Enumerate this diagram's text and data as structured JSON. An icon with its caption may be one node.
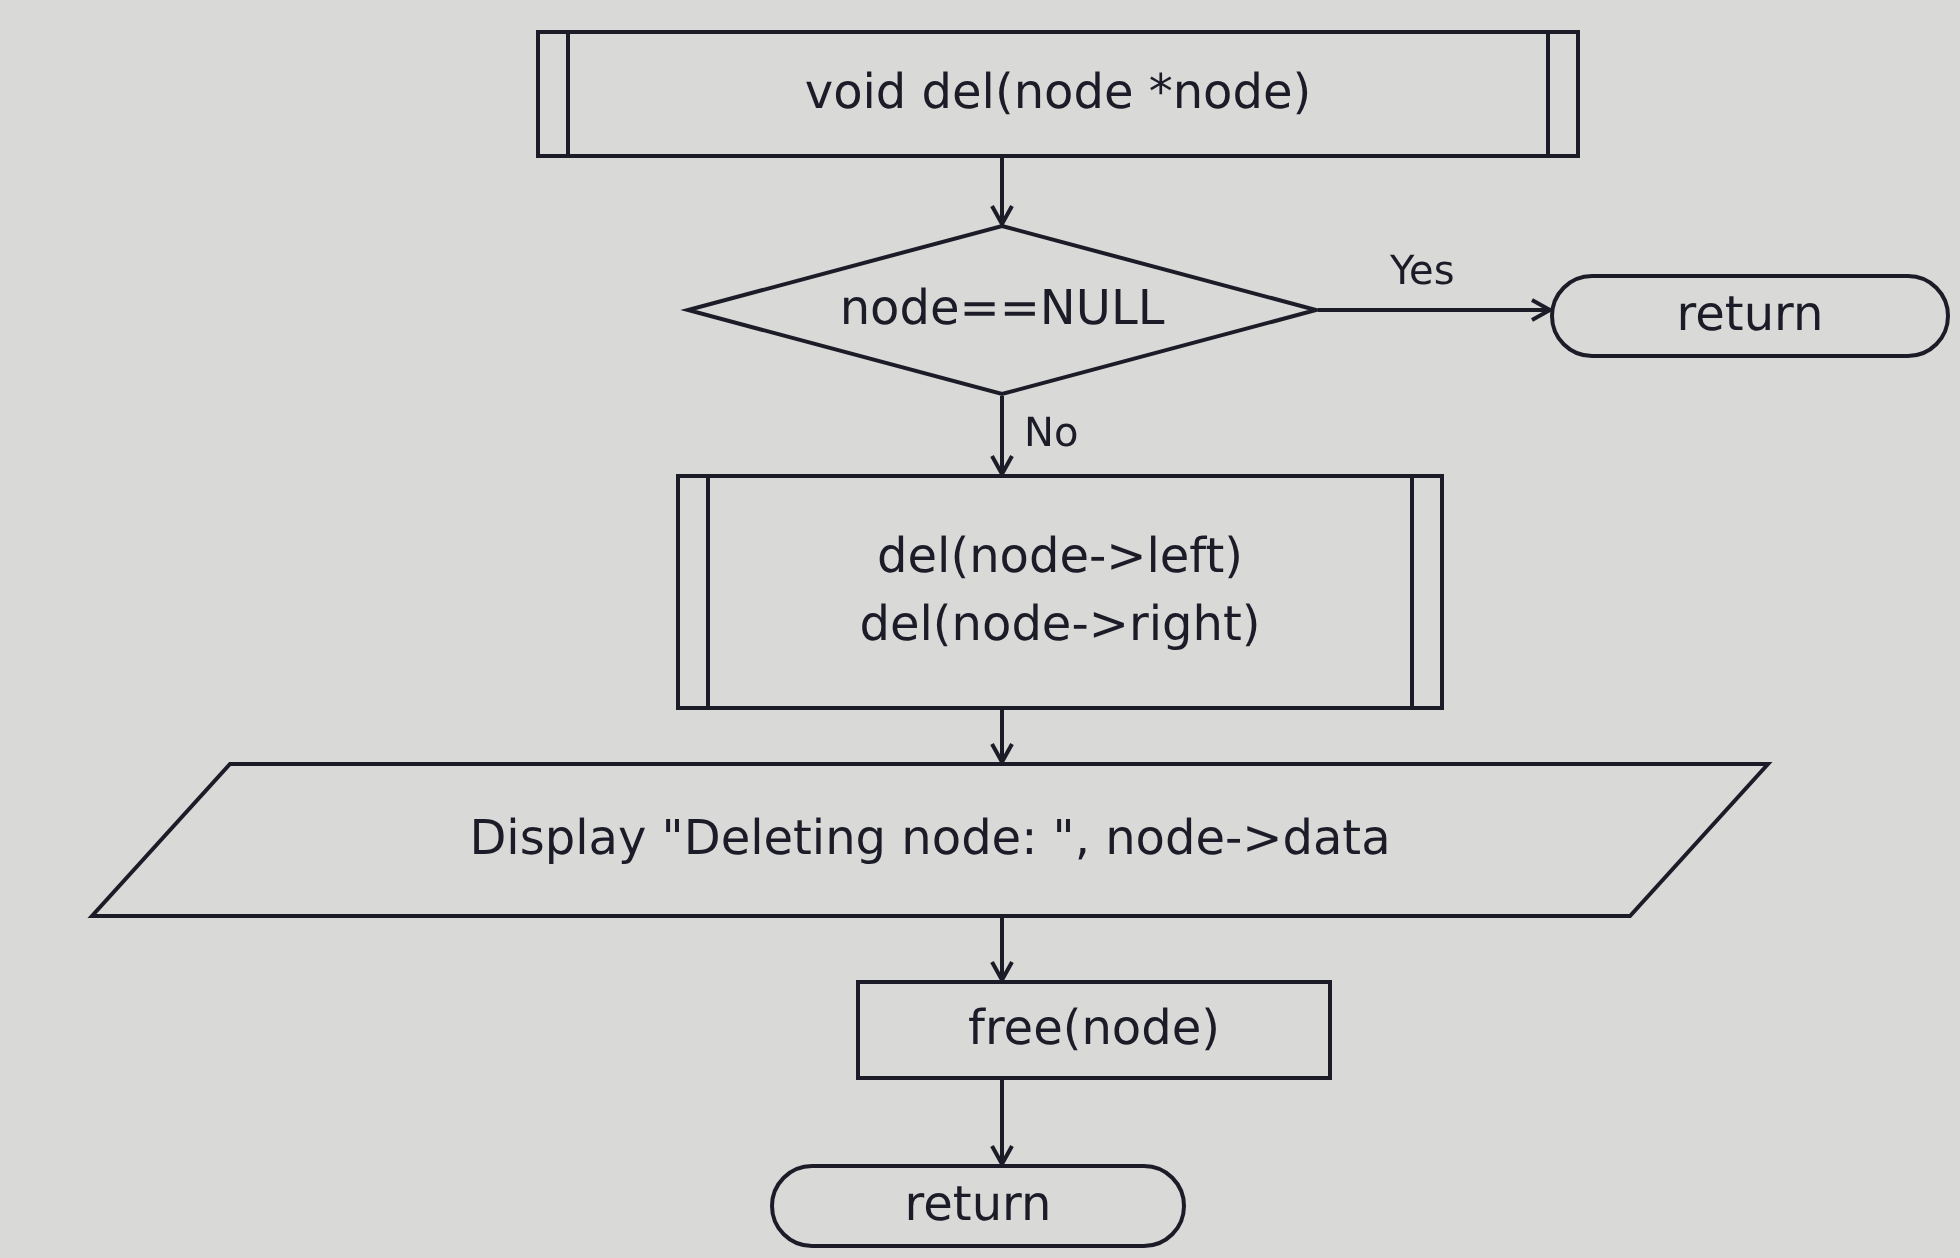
{
  "diagram": {
    "nodes": [
      {
        "text": [
          "void del(node *node)"
        ]
      },
      {
        "text": [
          "node==NULL"
        ]
      },
      {
        "text": [
          "return"
        ]
      },
      {
        "text": [
          "del(node->left)",
          "del(node->right)"
        ]
      },
      {
        "text": [
          "Display \"Deleting node: \", node->data"
        ]
      },
      {
        "text": [
          "free(node)"
        ]
      },
      {
        "text": [
          "return"
        ]
      }
    ],
    "edges": [
      {
        "from": 0,
        "to": 1,
        "arrow": "to"
      },
      {
        "from": 1,
        "to": 2,
        "arrow": "to",
        "label": "Yes"
      },
      {
        "from": 1,
        "to": 3,
        "arrow": "to",
        "label": "No"
      },
      {
        "from": 3,
        "to": 4,
        "arrow": "to"
      },
      {
        "from": 4,
        "to": 5,
        "arrow": "to"
      },
      {
        "from": 5,
        "to": 6,
        "arrow": "to"
      }
    ]
  }
}
